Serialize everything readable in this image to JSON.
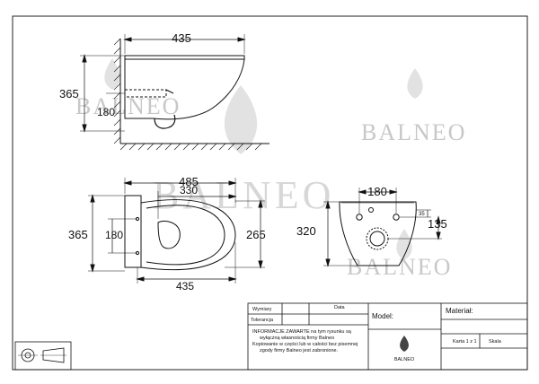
{
  "dimensions": {
    "side_view": {
      "length": "435",
      "height": "365",
      "drain_height": "180"
    },
    "top_view": {
      "outer_length": "485",
      "seat_length": "330",
      "overall_length": "435",
      "height": "365",
      "drain": "180",
      "width": "265"
    },
    "rear_view": {
      "bolt_spacing": "180",
      "height": "320",
      "hole_offset": "35",
      "bolt_height": "135"
    }
  },
  "watermarks": {
    "brand": "BALNEO",
    "brand_large": "BALNEO"
  },
  "title_block": {
    "wymiary_label": "Wymiary",
    "data_label": "Data",
    "tolerancja_label": "Tolerancja",
    "model_label": "Model:",
    "material_label": "Materiał:",
    "notice_lines": [
      "INFORMACJE ZAWARTE na tym rysunku są",
      "wyłączną własnością firmy Balneo",
      "Kopiowanie w części lub w całości bez pisemnej",
      "zgody firmy Balneo jest zabronione."
    ],
    "logo_text": "BALNEO",
    "sheet_label": "Karta 1 z 1",
    "scale_label": "Skala"
  }
}
